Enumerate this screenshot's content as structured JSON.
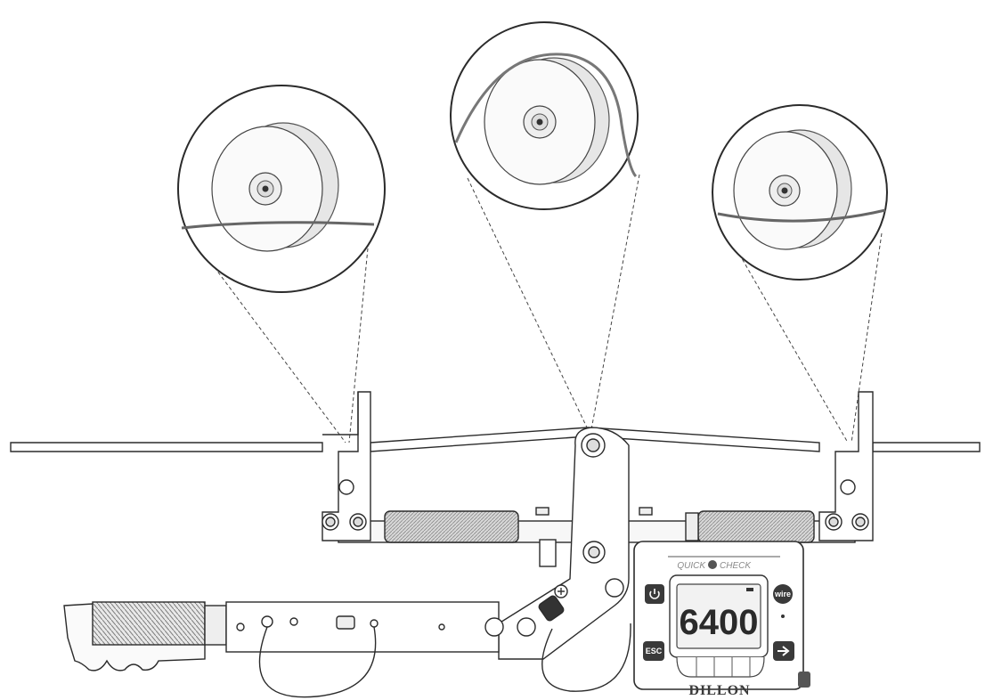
{
  "device": {
    "brand_left": "QUICK",
    "brand_right": "CHECK",
    "reading": "6400",
    "maker": "DILLON",
    "buttons": {
      "power_icon": "power-icon",
      "wire_label": "wire",
      "esc_label": "ESC",
      "next_icon": "arrow-right-icon"
    }
  },
  "colors": {
    "line": "#2b2b2b",
    "body": "#ffffff",
    "grip": "#9a9a9a",
    "button": "#3a3a3a"
  }
}
